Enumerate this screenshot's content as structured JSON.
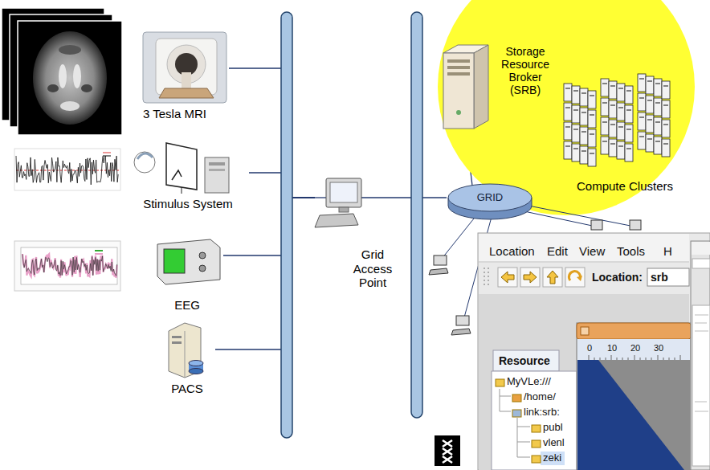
{
  "diagram": {
    "nodes": [
      {
        "text": [
          "3 Tesla MRI"
        ]
      },
      {
        "text": [
          "Stimulus System"
        ]
      },
      {
        "text": [
          "EEG"
        ]
      },
      {
        "text": [
          "PACS"
        ]
      },
      {
        "text": [
          "Grid Access Point"
        ]
      },
      {
        "text": [
          "Storage Resource Broker (SRB)"
        ]
      },
      {
        "text": [
          "Compute Clusters"
        ]
      },
      {
        "text": [
          "GRID"
        ]
      }
    ],
    "edges": [
      {
        "from": 0,
        "to": 4,
        "arrow": "none"
      },
      {
        "from": 1,
        "to": 4,
        "arrow": "none"
      },
      {
        "from": 2,
        "to": 4,
        "arrow": "none"
      },
      {
        "from": 3,
        "to": 4,
        "arrow": "none"
      },
      {
        "from": 4,
        "to": 7,
        "arrow": "none"
      },
      {
        "from": 7,
        "to": 5,
        "arrow": "none"
      },
      {
        "from": 7,
        "to": 6,
        "arrow": "none"
      }
    ],
    "labels": [
      "Location",
      "Edit",
      "View",
      "Tools",
      "H",
      "Location:",
      "srb",
      "Resource",
      "MyVLe:///",
      "/home/",
      "link:srb:",
      "publ",
      "vlenl",
      "zeki",
      "0",
      "10",
      "20",
      "30"
    ]
  }
}
